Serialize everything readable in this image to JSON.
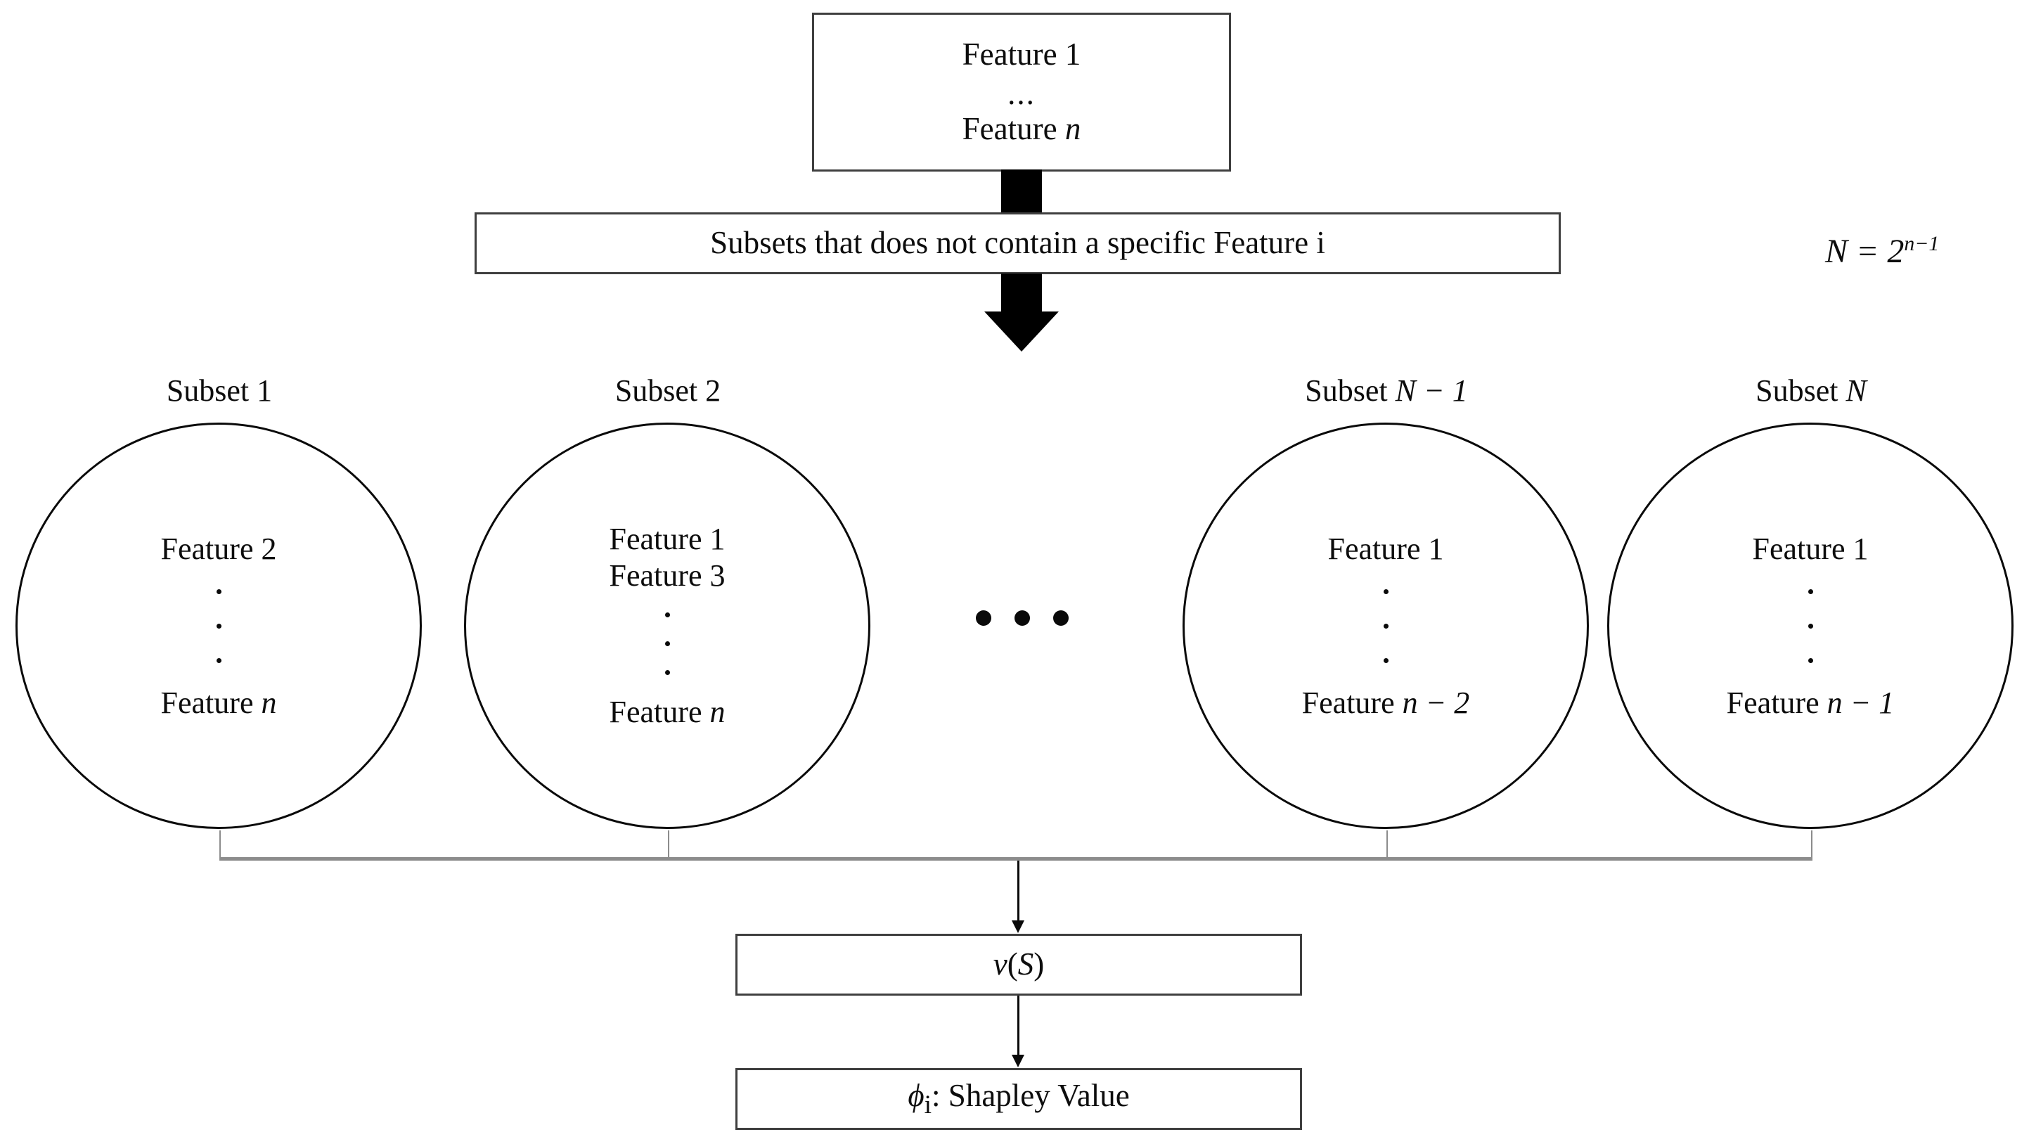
{
  "diagram": {
    "title": "Shapley Value computation over feature subsets",
    "feature_box": {
      "line1": "Feature 1",
      "ellipsis": "...",
      "line3_prefix": "Feature ",
      "line3_var": "n"
    },
    "subsets_box": {
      "label": "Subsets that does not contain a specific Feature i"
    },
    "formula": {
      "lhs": "N",
      "equals": " = ",
      "base": "2",
      "exponent": "n−1"
    },
    "subsets": [
      {
        "label_prefix": "Subset ",
        "label_var": "1",
        "label_full": "Subset 1",
        "features_top": [
          "Feature 2"
        ],
        "feature_bottom_prefix": "Feature ",
        "feature_bottom_var": "n",
        "dots": 3
      },
      {
        "label_prefix": "Subset ",
        "label_var": "2",
        "label_full": "Subset 2",
        "features_top": [
          "Feature 1",
          "Feature 3"
        ],
        "feature_bottom_prefix": "Feature ",
        "feature_bottom_var": "n",
        "dots": 3
      },
      {
        "label_prefix": "Subset ",
        "label_var": "N − 1",
        "label_full": "Subset N − 1",
        "features_top": [
          "Feature 1"
        ],
        "feature_bottom_prefix": "Feature ",
        "feature_bottom_var": "n − 2",
        "dots": 3
      },
      {
        "label_prefix": "Subset ",
        "label_var": "N",
        "label_full": "Subset N",
        "features_top": [
          "Feature 1"
        ],
        "feature_bottom_prefix": "Feature ",
        "feature_bottom_var": "n − 1",
        "dots": 3
      }
    ],
    "mid_ellipsis_dots": 3,
    "value_box": {
      "func": "v",
      "open": "(",
      "arg": "S",
      "close": ")",
      "label_full": "v(S)"
    },
    "shapley_box": {
      "symbol": "ϕ",
      "subscript": "i",
      "separator": ": ",
      "label": "Shapley Value",
      "label_full": "ϕi: Shapley Value"
    },
    "colors": {
      "background": "#ffffff",
      "text": "#0d0d0d",
      "box_border": "#3f3f3f",
      "circle_stroke": "#0a0a0a",
      "connector_thin": "#8c8c8c",
      "connector_thick": "#000000"
    }
  }
}
